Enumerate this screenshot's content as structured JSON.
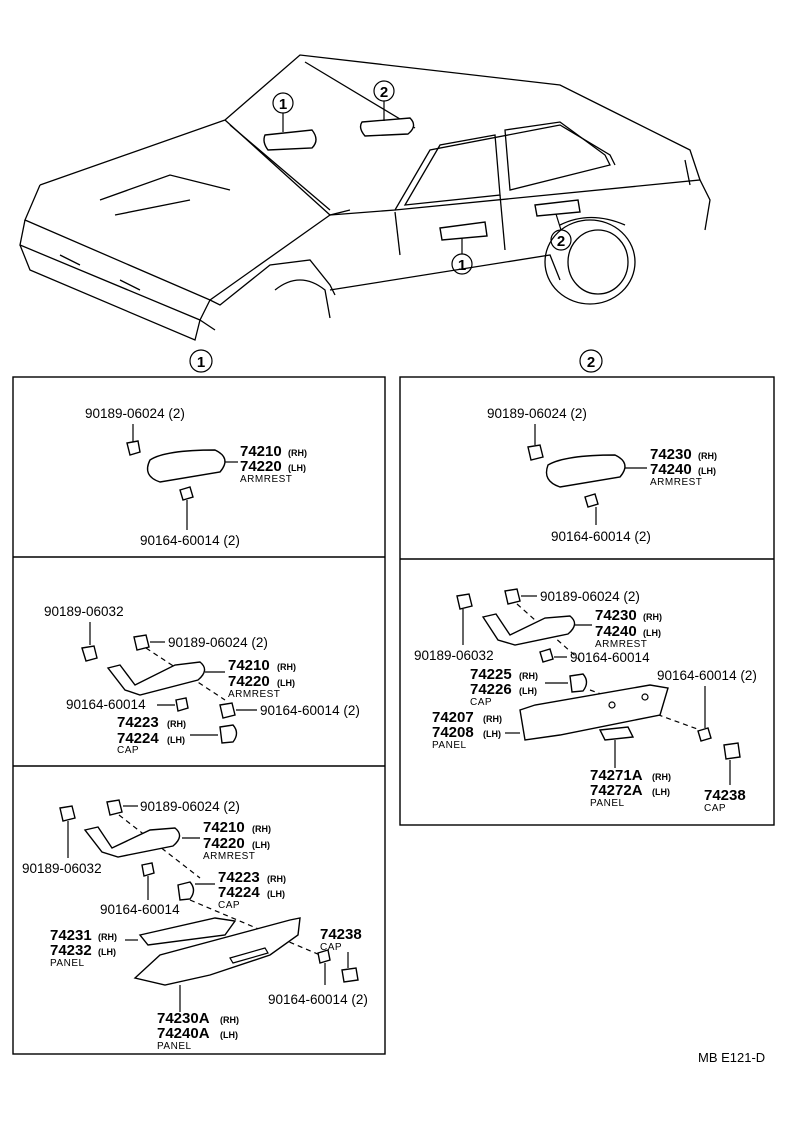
{
  "callouts": {
    "one": "1",
    "two": "2"
  },
  "left_panel": {
    "top": {
      "bolt_clip": "90189-06024 (2)",
      "armrest_rh": "74210",
      "armrest_lh": "74220",
      "armrest_name": "ARMREST",
      "screw": "90164-60014 (2)"
    },
    "middle": {
      "clip_a": "90189-06032",
      "clip_b": "90189-06024 (2)",
      "armrest_rh": "74210",
      "armrest_lh": "74220",
      "armrest_name": "ARMREST",
      "screw_a": "90164-60014",
      "screw_b": "90164-60014 (2)",
      "cap_rh": "74223",
      "cap_lh": "74224",
      "cap_name": "CAP"
    },
    "bottom": {
      "clip_b": "90189-06024 (2)",
      "clip_a": "90189-06032",
      "armrest_rh": "74210",
      "armrest_lh": "74220",
      "armrest_name": "ARMREST",
      "screw_a": "90164-60014",
      "cap_rh": "74223",
      "cap_lh": "74224",
      "cap_name": "CAP",
      "panel_rh": "74231",
      "panel_lh": "74232",
      "panel_name": "PANEL",
      "cap2": "74238",
      "cap2_name": "CAP",
      "screw_b": "90164-60014 (2)",
      "panel2_rh": "74230A",
      "panel2_lh": "74240A",
      "panel2_name": "PANEL"
    }
  },
  "right_panel": {
    "top": {
      "clip": "90189-06024 (2)",
      "armrest_rh": "74230",
      "armrest_lh": "74240",
      "armrest_name": "ARMREST",
      "screw": "90164-60014 (2)"
    },
    "bottom": {
      "clip_b": "90189-06024 (2)",
      "clip_a": "90189-06032",
      "armrest_rh": "74230",
      "armrest_lh": "74240",
      "armrest_name": "ARMREST",
      "screw_a": "90164-60014",
      "cap_rh": "74225",
      "cap_lh": "74226",
      "cap_name": "CAP",
      "screw_b": "90164-60014 (2)",
      "panel_rh": "74207",
      "panel_lh": "74208",
      "panel_name": "PANEL",
      "panel2_rh": "74271A",
      "panel2_lh": "74272A",
      "panel2_name": "PANEL",
      "cap2": "74238",
      "cap2_name": "CAP"
    }
  },
  "suffix": {
    "rh": "(RH)",
    "lh": "(LH)"
  },
  "drawing_code": "MB E121-D"
}
